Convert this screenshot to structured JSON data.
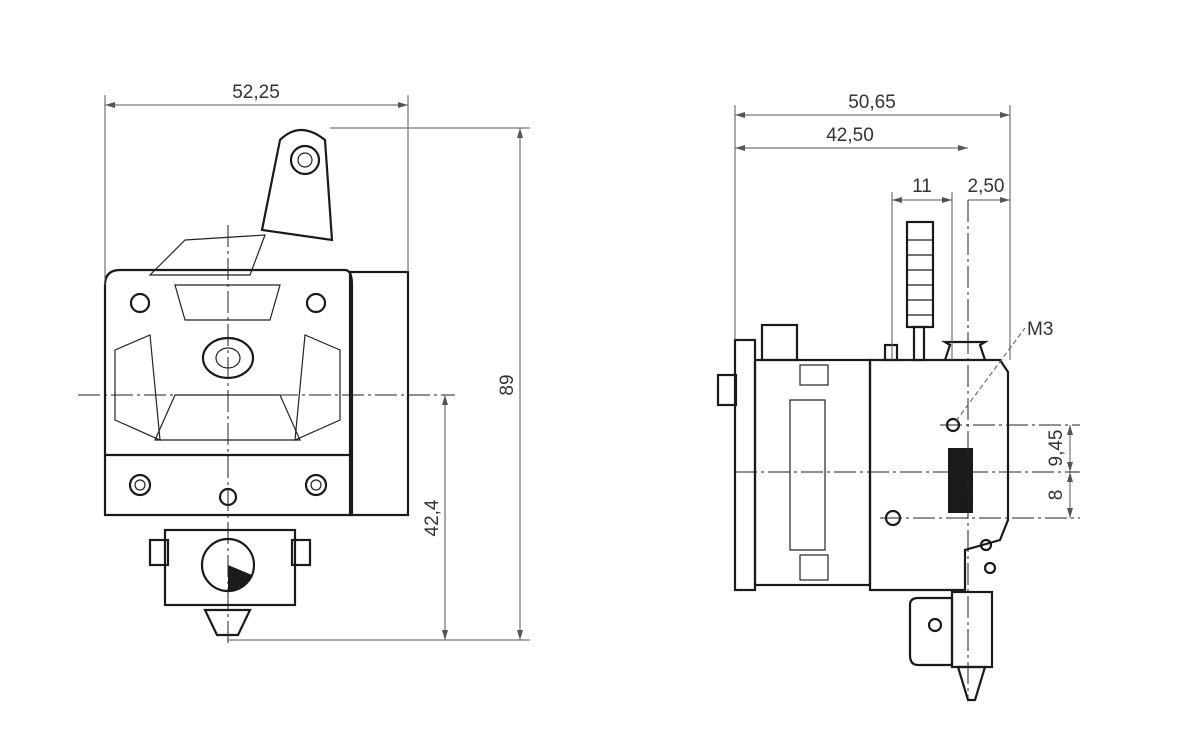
{
  "front_view": {
    "dimensions": {
      "width": "52,25",
      "height": "89",
      "nozzle_offset": "42,4"
    }
  },
  "side_view": {
    "dimensions": {
      "total_depth": "50,65",
      "motor_depth": "42,50",
      "lever_offset": "11",
      "filament_offset": "2,50",
      "hole_spacing_upper": "9,45",
      "hole_spacing_lower": "8"
    },
    "callouts": {
      "screw": "M3"
    }
  }
}
